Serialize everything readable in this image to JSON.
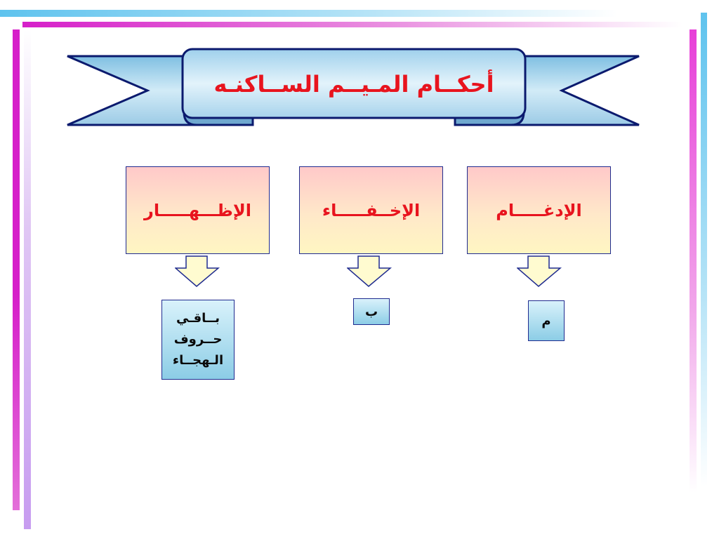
{
  "title": "أحكــام المـيــم الســاكنـه",
  "rules": [
    {
      "id": "izhar",
      "label": "الإظـــهـــــار",
      "letters": "بــاقـي\nحــروف\nالـهجــاء"
    },
    {
      "id": "ikhfa",
      "label": "الإخــفـــــاء",
      "letters": "ب"
    },
    {
      "id": "idgham",
      "label": "الإدغـــــام",
      "letters": "م"
    }
  ],
  "colors": {
    "title_text": "#e8141e",
    "banner_fill": "#b8dcf0",
    "banner_outline": "#0b1a6e",
    "rule_box_top": "#ffc9c9",
    "rule_box_bottom": "#fff6c2",
    "letter_box_top": "#d9f2fb",
    "letter_box_bottom": "#8ccde6",
    "arrow_fill": "#fffbd0"
  }
}
